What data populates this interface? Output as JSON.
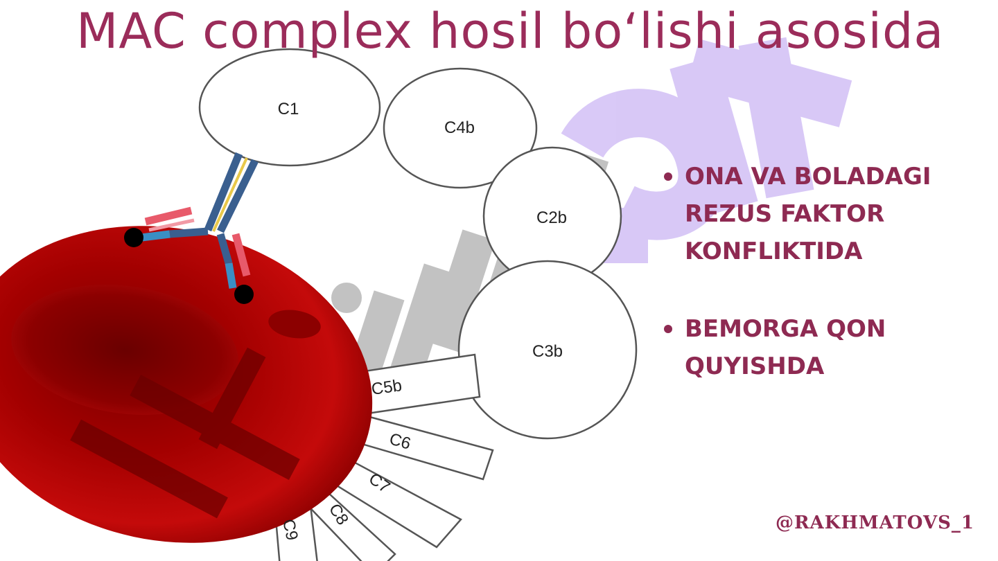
{
  "title": "MAC complex hosil bo‘lishi asosida",
  "bullets": [
    {
      "text": "ONA VA BOLADAGI REZUS FAKTOR KONFLIKTIDA"
    },
    {
      "text": "BEMORGA QON QUYISHDA"
    }
  ],
  "handle": "@RAKHMATOVS_1",
  "diagram": {
    "nodes": {
      "c1": "C1",
      "c4b": "C4b",
      "c2b": "C2b",
      "c3b": "C3b",
      "c5b": "C5b",
      "c6": "C6",
      "c7": "C7",
      "c8": "C8",
      "c9": "C9"
    }
  },
  "colors": {
    "accent": "#9b2c5a",
    "cell": "#b30000",
    "antibody_heavy": "#3a5f8f",
    "antibody_light": "#e85a6a",
    "watermark": "#b99cf0"
  }
}
